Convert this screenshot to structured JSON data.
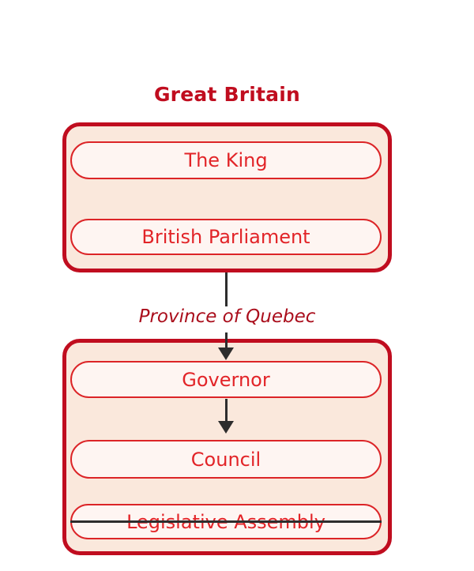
{
  "colors": {
    "background": "#FFFFFF",
    "outline": "#C00D1F",
    "title_text": "#C00D1F",
    "box_fill": "#FAE8DC",
    "node_fill": "#FEF5F2",
    "node_border": "#DC2427",
    "node_text": "#E22428",
    "province_text": "#AA0E1C",
    "connector": "#2D2D2D"
  },
  "header": {
    "title": "Great Britain"
  },
  "province_label": "Province of Quebec",
  "great_britain_box": {
    "nodes": [
      {
        "label": "The King"
      },
      {
        "label": "British Parliament"
      }
    ]
  },
  "province_box": {
    "nodes": [
      {
        "label": "Governor"
      },
      {
        "label": "Council"
      },
      {
        "label": "Legislative Assembly",
        "struck": true
      }
    ]
  },
  "connectors": [
    {
      "from": "British Parliament",
      "to": "Governor",
      "type": "arrow-down"
    },
    {
      "from": "Governor",
      "to": "Council",
      "type": "arrow-down"
    }
  ]
}
